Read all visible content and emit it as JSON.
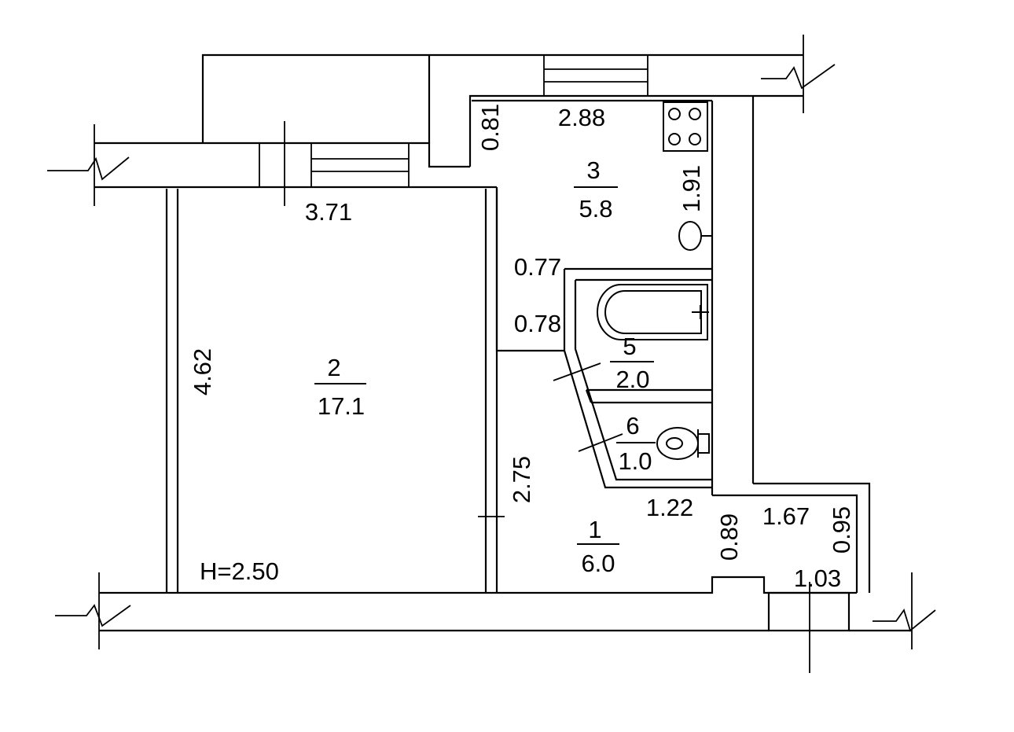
{
  "plan": {
    "rooms": [
      {
        "number": "1",
        "area": "6.0"
      },
      {
        "number": "2",
        "area": "17.1"
      },
      {
        "number": "3",
        "area": "5.8"
      },
      {
        "number": "5",
        "area": "2.0"
      },
      {
        "number": "6",
        "area": "1.0"
      }
    ],
    "ceiling_height": "H=2.50",
    "dimensions": {
      "d_081": "0.81",
      "d_288": "2.88",
      "d_191": "1.91",
      "d_371": "3.71",
      "d_077": "0.77",
      "d_078": "0.78",
      "d_462": "4.62",
      "d_275": "2.75",
      "d_122": "1.22",
      "d_089": "0.89",
      "d_167": "1.67",
      "d_095": "0.95",
      "d_103": "1.03"
    }
  }
}
